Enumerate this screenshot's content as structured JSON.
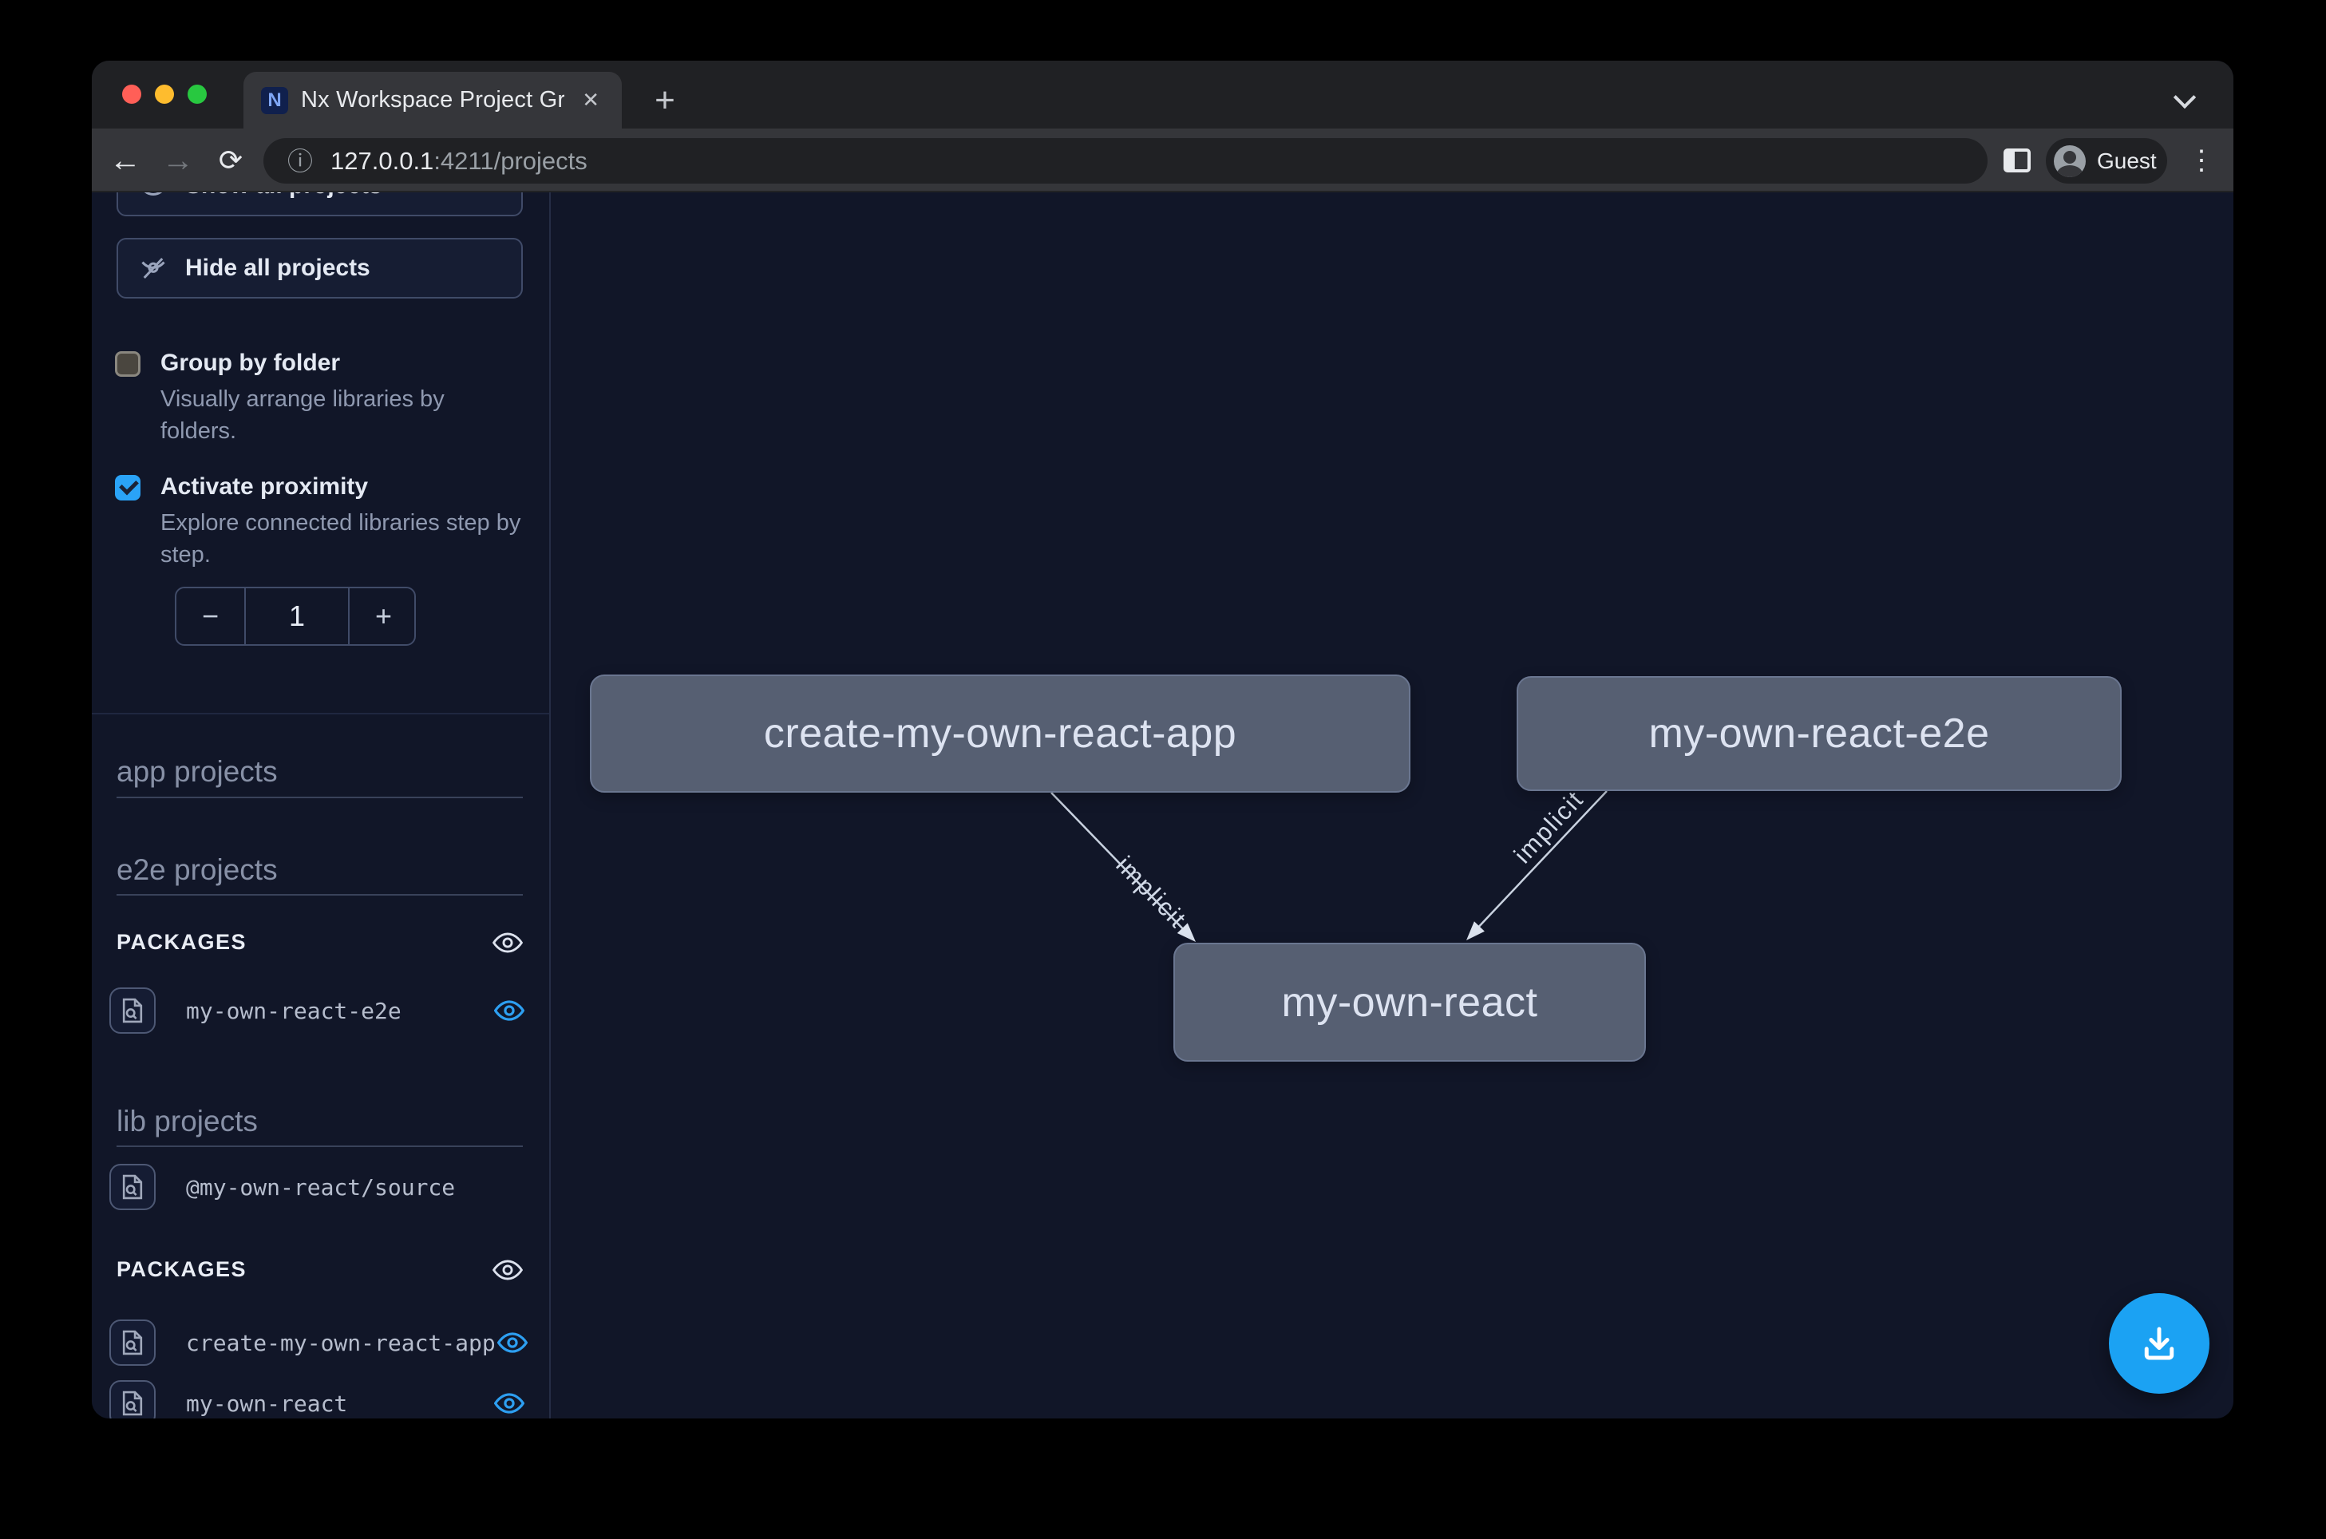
{
  "browser": {
    "tab_title": "Nx Workspace Project Graph",
    "favicon_letter": "N",
    "close_glyph": "✕",
    "new_tab_glyph": "+",
    "back_glyph": "←",
    "forward_glyph": "→",
    "reload_glyph": "⟳",
    "info_glyph": "ⓘ",
    "url_host": "127.0.0.1",
    "url_rest": ":4211/projects",
    "profile_label": "Guest",
    "menu_glyph": "⋮"
  },
  "sidebar": {
    "show_all_button": "Show all projects",
    "hide_all_button": "Hide all projects",
    "options": [
      {
        "label": "Group by folder",
        "description": "Visually arrange libraries by folders.",
        "checked": false
      },
      {
        "label": "Activate proximity",
        "description": "Explore connected libraries step by step.",
        "checked": true
      }
    ],
    "stepper": {
      "decrement": "−",
      "value": "1",
      "increment": "+"
    },
    "section_app": "app projects",
    "section_e2e": "e2e projects",
    "section_lib": "lib projects",
    "packages_label_1": "PACKAGES",
    "packages_label_2": "PACKAGES",
    "e2e_items": [
      {
        "name": "my-own-react-e2e"
      }
    ],
    "lib_items": [
      {
        "name": "@my-own-react/source"
      }
    ],
    "package_items": [
      {
        "name": "create-my-own-react-app"
      },
      {
        "name": "my-own-react"
      }
    ]
  },
  "graph": {
    "nodes": [
      {
        "label": "create-my-own-react-app"
      },
      {
        "label": "my-own-react-e2e"
      },
      {
        "label": "my-own-react"
      }
    ],
    "edges": [
      {
        "from": "create-my-own-react-app",
        "to": "my-own-react",
        "label": "implicit"
      },
      {
        "from": "my-own-react-e2e",
        "to": "my-own-react",
        "label": "implicit"
      }
    ]
  },
  "colors": {
    "accent_blue": "#2aa3f7",
    "eye_blue": "#2d9ff1",
    "node_fill": "#565f72",
    "canvas_bg": "#111628",
    "chrome_toolbar": "#35363a"
  }
}
